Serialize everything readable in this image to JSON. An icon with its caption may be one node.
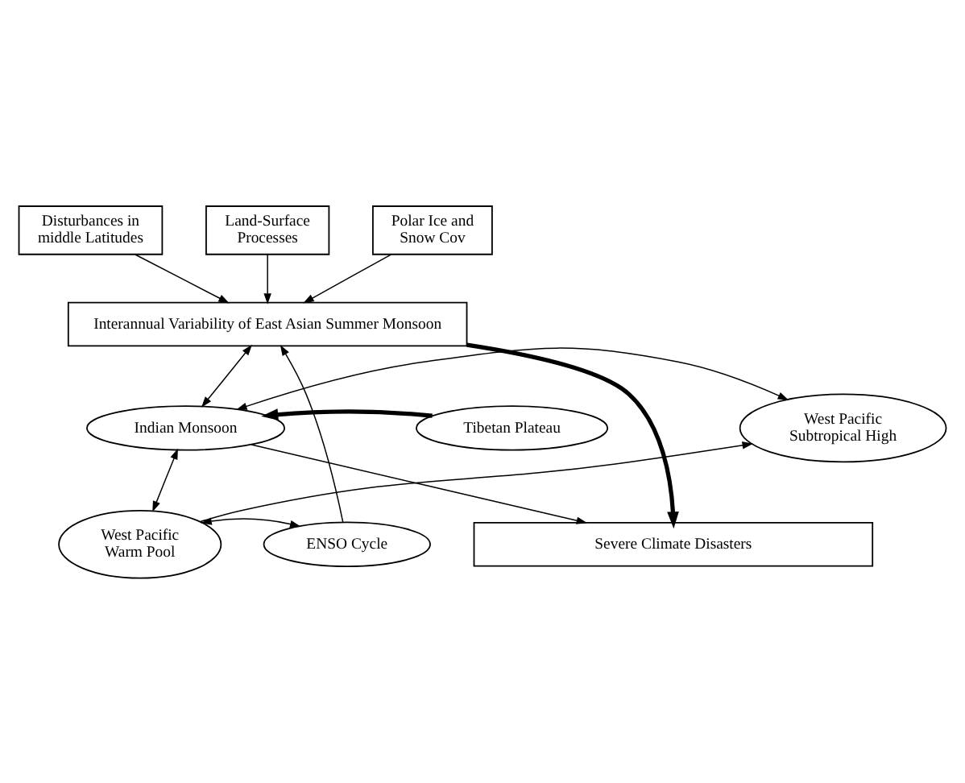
{
  "diagram": {
    "nodes": [
      {
        "text": [
          "Disturbances in middle Latitudes"
        ]
      },
      {
        "text": [
          "Land-Surface Processes"
        ]
      },
      {
        "text": [
          "Polar Ice and Snow Cov"
        ]
      },
      {
        "text": [
          "Interannual Variability of East Asian Summer Monsoon"
        ]
      },
      {
        "text": [
          "Tibetan Plateau"
        ]
      },
      {
        "text": [
          "Indian Monsoon"
        ]
      },
      {
        "text": [
          "West Pacific Subtropical High"
        ]
      },
      {
        "text": [
          "West Pacific Warm Pool"
        ]
      },
      {
        "text": [
          "ENSO Cycle"
        ]
      },
      {
        "text": [
          "Severe Climate Disasters"
        ]
      }
    ],
    "edges": [
      {
        "from": 0,
        "to": 3,
        "arrow": "to"
      },
      {
        "from": 1,
        "to": 3,
        "arrow": "to"
      },
      {
        "from": 2,
        "to": 3,
        "arrow": "to"
      },
      {
        "from": 8,
        "to": 3,
        "arrow": "to"
      },
      {
        "from": 3,
        "to": 5,
        "arrow": "both"
      },
      {
        "from": 3,
        "to": 9,
        "arrow": "to",
        "style": "thick"
      },
      {
        "from": 4,
        "to": 5,
        "arrow": "to",
        "style": "thick"
      },
      {
        "from": 5,
        "to": 6,
        "arrow": "both"
      },
      {
        "from": 5,
        "to": 7,
        "arrow": "both"
      },
      {
        "from": 7,
        "to": 6,
        "arrow": "to"
      },
      {
        "from": 7,
        "to": 8,
        "arrow": "both"
      },
      {
        "from": 5,
        "to": 9,
        "arrow": "to"
      }
    ]
  }
}
